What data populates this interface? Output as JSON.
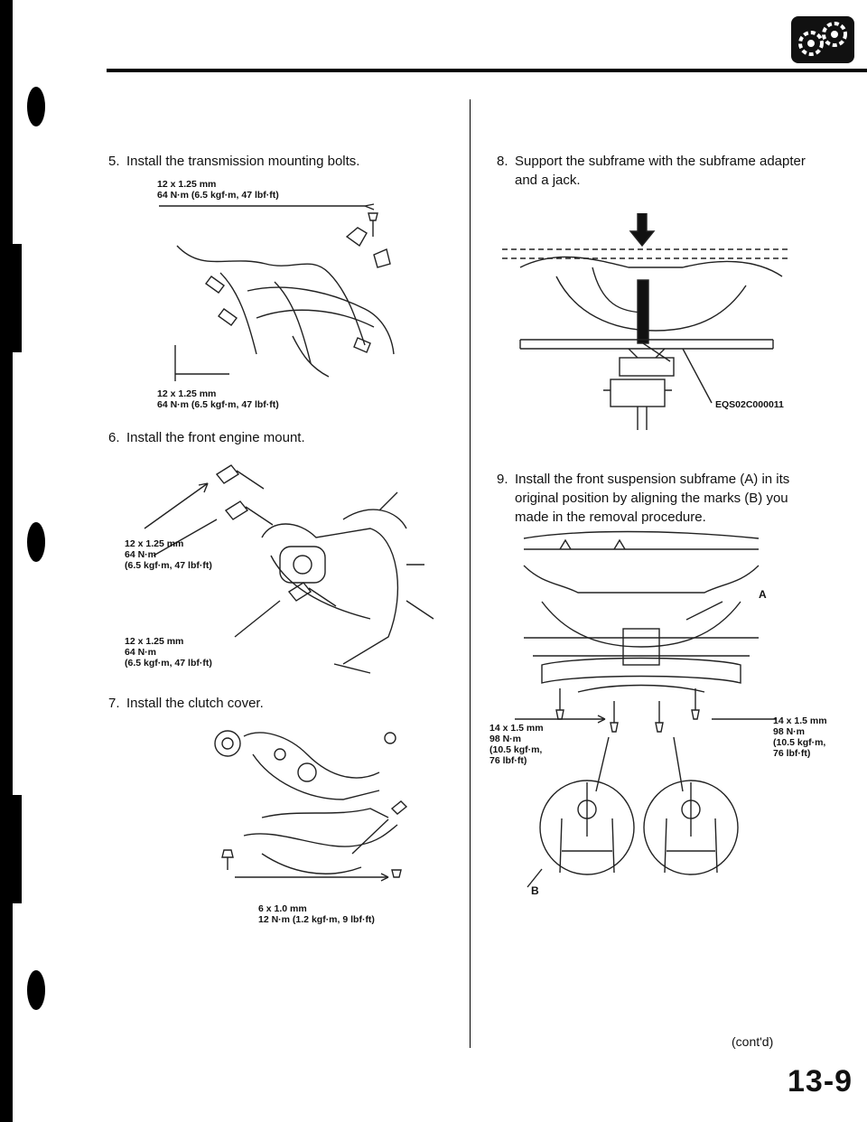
{
  "header": {
    "logo_icon": "gear-wrench-icon"
  },
  "steps": {
    "s5": {
      "num": "5.",
      "text": "Install the transmission mounting bolts."
    },
    "s6": {
      "num": "6.",
      "text": "Install the front engine mount."
    },
    "s7": {
      "num": "7.",
      "text": "Install the clutch cover."
    },
    "s8": {
      "num": "8.",
      "text": "Support the subframe with the subframe adapter and a jack."
    },
    "s9": {
      "num": "9.",
      "text": "Install the front suspension subframe (A) in its original position by aligning the marks (B) you made in the removal procedure."
    }
  },
  "labels": {
    "f5_top": {
      "size": "12 x 1.25 mm",
      "torque": "64 N·m (6.5 kgf·m, 47 lbf·ft)"
    },
    "f5_bottom": {
      "size": "12 x 1.25 mm",
      "torque": "64 N·m (6.5 kgf·m, 47 lbf·ft)"
    },
    "f6_a": {
      "size": "12 x 1.25 mm",
      "torque1": "64 N·m",
      "torque2": "(6.5 kgf·m, 47 lbf·ft)"
    },
    "f6_b": {
      "size": "12 x 1.25 mm",
      "torque1": "64 N·m",
      "torque2": "(6.5 kgf·m, 47 lbf·ft)"
    },
    "f7": {
      "size": "6 x 1.0 mm",
      "torque": "12 N·m (1.2 kgf·m, 9 lbf·ft)"
    },
    "f8": {
      "tool": "EQS02C000011"
    },
    "f9_left": {
      "l1": "14 x 1.5 mm",
      "l2": "98 N·m",
      "l3": "(10.5 kgf·m,",
      "l4": "76 lbf·ft)"
    },
    "f9_right": {
      "l1": "14 x 1.5 mm",
      "l2": "98 N·m",
      "l3": "(10.5 kgf·m,",
      "l4": "76 lbf·ft)"
    },
    "f9_A": "A",
    "f9_B": "B"
  },
  "footer": {
    "contd": "(cont'd)",
    "page": "13-9"
  }
}
